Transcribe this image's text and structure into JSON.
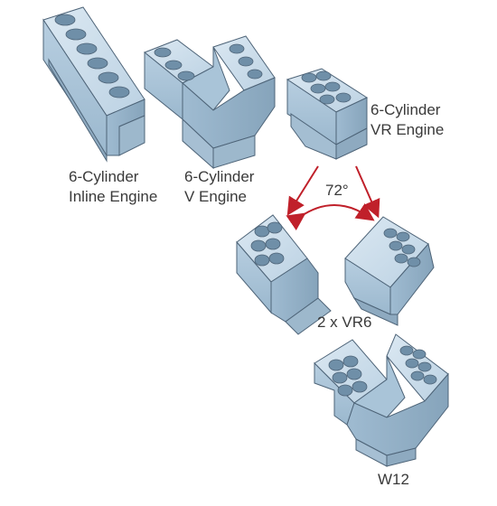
{
  "labels": {
    "inline": [
      "6-Cylinder",
      "Inline Engine"
    ],
    "v": [
      "6-Cylinder",
      "V Engine"
    ],
    "vr": [
      "6-Cylinder",
      "VR Engine"
    ],
    "angle": "72°",
    "pair": "2 x VR6",
    "w12": "W12"
  },
  "colors": {
    "block_top": "#c9dceb",
    "block_side": "#a9c4d8",
    "block_dark": "#8eaac0",
    "bore": "#6f8fa8",
    "outline": "#4e6478",
    "arrow": "#c0202a",
    "text": "#3a3a3a"
  }
}
